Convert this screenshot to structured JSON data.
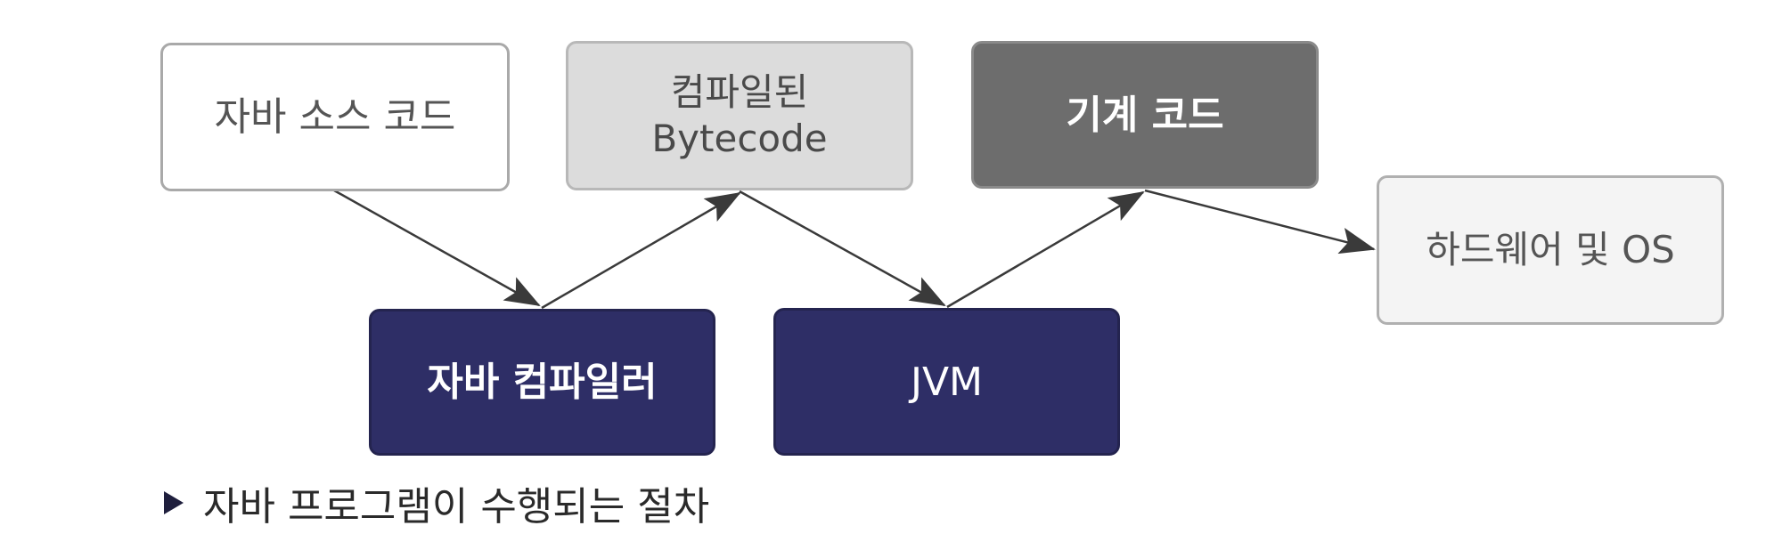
{
  "nodes": {
    "source": {
      "label": "자바 소스 코드"
    },
    "bytecode": {
      "line1": "컴파일된",
      "line2": "Bytecode"
    },
    "machine": {
      "label": "기계 코드"
    },
    "hardware": {
      "label": "하드웨어 및 OS"
    },
    "compiler": {
      "label": "자바 컴파일러"
    },
    "jvm": {
      "label": "JVM"
    }
  },
  "edges": [
    {
      "from": "source",
      "to": "compiler"
    },
    {
      "from": "compiler",
      "to": "bytecode"
    },
    {
      "from": "bytecode",
      "to": "jvm"
    },
    {
      "from": "jvm",
      "to": "machine"
    },
    {
      "from": "machine",
      "to": "hardware"
    }
  ],
  "caption": {
    "text": "자바 프로그램이 수행되는 절차"
  },
  "colors": {
    "compiler_fill": "#2e2e66",
    "jvm_fill": "#2e2e66",
    "machine_fill": "#6d6d6d",
    "bytecode_fill": "#dcdcdc",
    "hardware_fill": "#f4f4f4",
    "arrow": "#3a3a3a"
  }
}
